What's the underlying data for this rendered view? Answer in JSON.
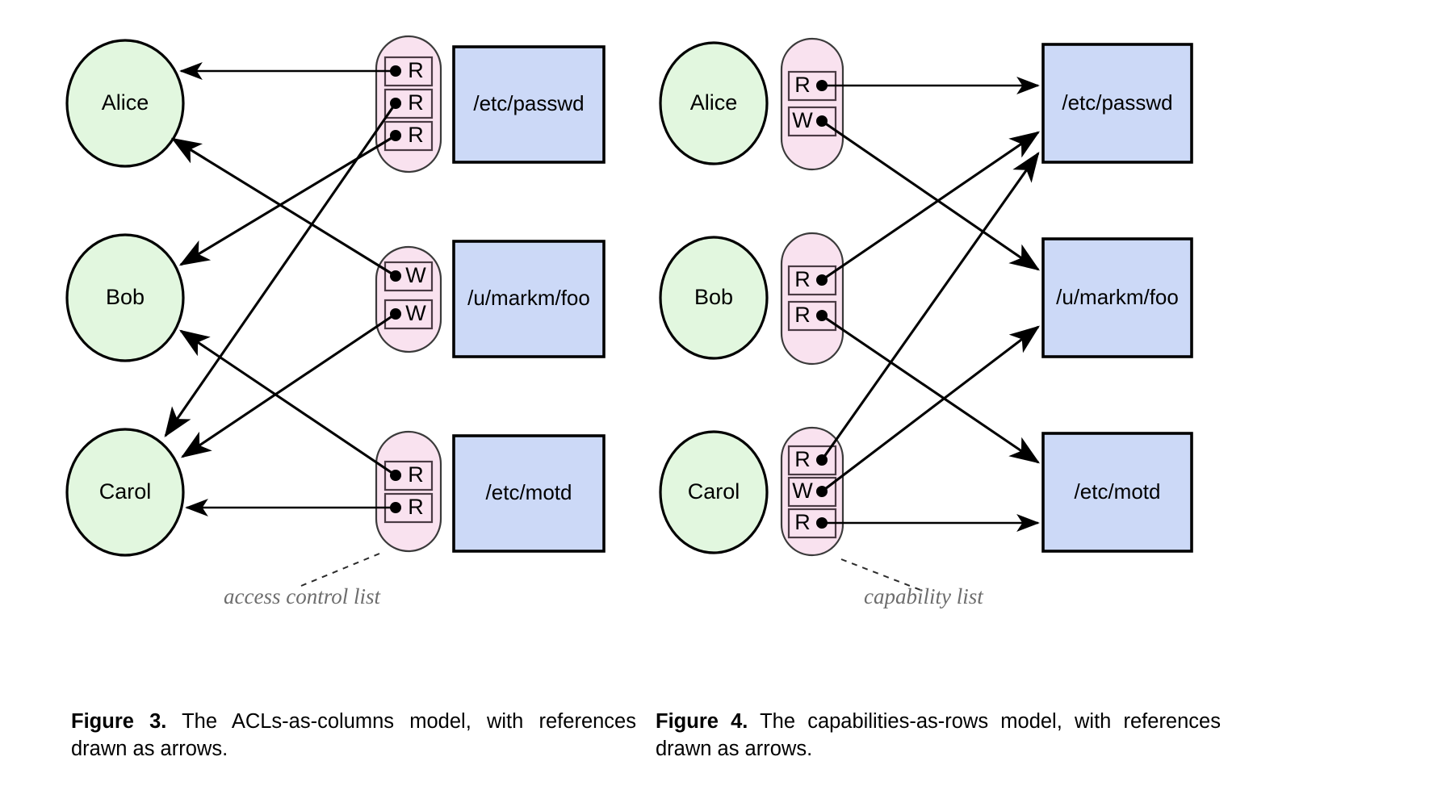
{
  "figures": [
    {
      "id": "figure-3",
      "side": "left",
      "caption_label": "Figure 3.",
      "caption_text": "The ACLs-as-columns model, with references drawn as arrows.",
      "annotation": "access control list",
      "principals": [
        "Alice",
        "Bob",
        "Carol"
      ],
      "files": [
        "/etc/passwd",
        "/u/markm/foo",
        "/etc/motd"
      ],
      "acls": [
        {
          "file": "/etc/passwd",
          "entries": [
            "R",
            "R",
            "R"
          ]
        },
        {
          "file": "/u/markm/foo",
          "entries": [
            "W",
            "W"
          ]
        },
        {
          "file": "/etc/motd",
          "entries": [
            "R",
            "R"
          ]
        }
      ],
      "references": [
        {
          "from_file": "/etc/passwd",
          "entry_index": 0,
          "entry": "R",
          "to_principal": "Alice"
        },
        {
          "from_file": "/etc/passwd",
          "entry_index": 1,
          "entry": "R",
          "to_principal": "Carol"
        },
        {
          "from_file": "/etc/passwd",
          "entry_index": 2,
          "entry": "R",
          "to_principal": "Bob"
        },
        {
          "from_file": "/u/markm/foo",
          "entry_index": 0,
          "entry": "W",
          "to_principal": "Alice"
        },
        {
          "from_file": "/u/markm/foo",
          "entry_index": 1,
          "entry": "W",
          "to_principal": "Carol"
        },
        {
          "from_file": "/etc/motd",
          "entry_index": 0,
          "entry": "R",
          "to_principal": "Bob"
        },
        {
          "from_file": "/etc/motd",
          "entry_index": 1,
          "entry": "R",
          "to_principal": "Carol"
        }
      ]
    },
    {
      "id": "figure-4",
      "side": "right",
      "caption_label": "Figure 4.",
      "caption_text": "The capabilities-as-rows model, with references drawn as arrows.",
      "annotation": "capability list",
      "principals": [
        "Alice",
        "Bob",
        "Carol"
      ],
      "files": [
        "/etc/passwd",
        "/u/markm/foo",
        "/etc/motd"
      ],
      "capabilities": [
        {
          "principal": "Alice",
          "entries": [
            "R",
            "W"
          ]
        },
        {
          "principal": "Bob",
          "entries": [
            "R",
            "R"
          ]
        },
        {
          "principal": "Carol",
          "entries": [
            "R",
            "W",
            "R"
          ]
        }
      ],
      "references": [
        {
          "from_principal": "Alice",
          "entry_index": 0,
          "entry": "R",
          "to_file": "/etc/passwd"
        },
        {
          "from_principal": "Alice",
          "entry_index": 1,
          "entry": "W",
          "to_file": "/u/markm/foo"
        },
        {
          "from_principal": "Bob",
          "entry_index": 0,
          "entry": "R",
          "to_file": "/etc/passwd"
        },
        {
          "from_principal": "Bob",
          "entry_index": 1,
          "entry": "R",
          "to_file": "/etc/motd"
        },
        {
          "from_principal": "Carol",
          "entry_index": 0,
          "entry": "R",
          "to_file": "/etc/passwd"
        },
        {
          "from_principal": "Carol",
          "entry_index": 1,
          "entry": "W",
          "to_file": "/u/markm/foo"
        },
        {
          "from_principal": "Carol",
          "entry_index": 2,
          "entry": "R",
          "to_file": "/etc/motd"
        }
      ]
    }
  ],
  "colors": {
    "principal_fill": "#e2f7df",
    "file_fill": "#ccd9f7",
    "list_fill": "#f9e2ef",
    "stroke": "#000000",
    "annotation_text": "#6d6d6d"
  },
  "labels": {
    "fig3_alice": "Alice",
    "fig3_bob": "Bob",
    "fig3_carol": "Carol",
    "fig3_file1": "/etc/passwd",
    "fig3_file2": "/u/markm/foo",
    "fig3_file3": "/etc/motd",
    "fig3_acl1_e1": "R",
    "fig3_acl1_e2": "R",
    "fig3_acl1_e3": "R",
    "fig3_acl2_e1": "W",
    "fig3_acl2_e2": "W",
    "fig3_acl3_e1": "R",
    "fig3_acl3_e2": "R",
    "fig3_annot": "access control list",
    "fig4_alice": "Alice",
    "fig4_bob": "Bob",
    "fig4_carol": "Carol",
    "fig4_file1": "/etc/passwd",
    "fig4_file2": "/u/markm/foo",
    "fig4_file3": "/etc/motd",
    "fig4_cap1_e1": "R",
    "fig4_cap1_e2": "W",
    "fig4_cap2_e1": "R",
    "fig4_cap2_e2": "R",
    "fig4_cap3_e1": "R",
    "fig4_cap3_e2": "W",
    "fig4_cap3_e3": "R",
    "fig4_annot": "capability list"
  },
  "captions": {
    "fig3_label": "Figure 3.",
    "fig3_body": "The ACLs-as-columns model, with references drawn as arrows.",
    "fig4_label": "Figure 4.",
    "fig4_body": "The capabilities-as-rows model, with references drawn as arrows."
  }
}
